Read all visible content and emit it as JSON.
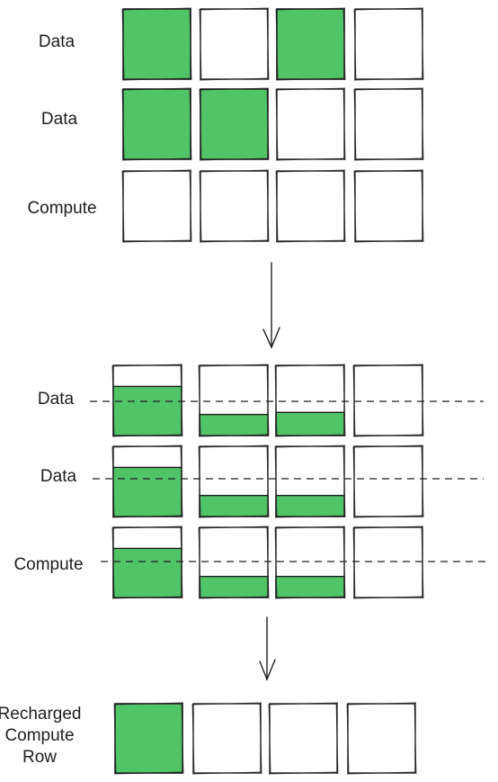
{
  "colors": {
    "fill": "#52c468",
    "stroke": "#1e1e1e",
    "background": "#ffffff"
  },
  "before": {
    "rows": [
      {
        "label": "Data",
        "cells": [
          true,
          false,
          true,
          false
        ]
      },
      {
        "label": "Data",
        "cells": [
          true,
          true,
          false,
          false
        ]
      },
      {
        "label": "Compute",
        "cells": [
          false,
          false,
          false,
          false
        ]
      }
    ]
  },
  "spread": {
    "rows": [
      {
        "label": "Data",
        "levels": [
          0.7,
          0.3,
          0.33,
          0
        ]
      },
      {
        "label": "Data",
        "levels": [
          0.7,
          0.3,
          0.3,
          0
        ]
      },
      {
        "label": "Compute",
        "levels": [
          0.7,
          0.3,
          0.3,
          0
        ]
      }
    ]
  },
  "result": {
    "label_lines": [
      "Recharged",
      "Compute",
      "Row"
    ],
    "cells": [
      true,
      false,
      false,
      false
    ]
  }
}
